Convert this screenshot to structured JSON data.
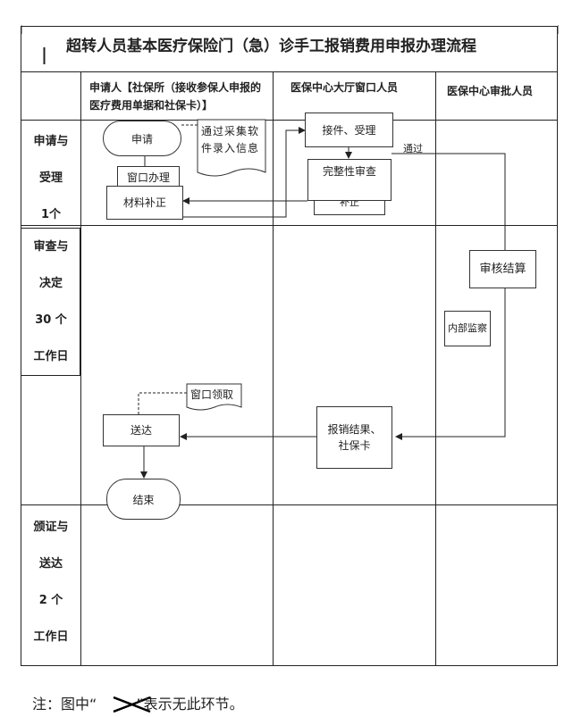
{
  "title": "超转人员基本医疗保险门（急）诊手工报销费用申报办理流程",
  "lanes": {
    "applicant": "申请人【社保所（接收参保人申报的医疗费用单据和社保卡）】",
    "window": "医保中心大厅窗口人员",
    "approver": "医保中心审批人员"
  },
  "stages": {
    "accept": [
      "申请与",
      "受理",
      "1个"
    ],
    "review": [
      "审查与",
      "决定",
      "30 个",
      "工作日"
    ],
    "issue": [
      "颁证与",
      "送达",
      "2 个",
      "工作日"
    ]
  },
  "nodes": {
    "apply": "申请",
    "collect_note": "通过采集软件录入信息",
    "receive": "接件、受理",
    "completeness": "完整性审查",
    "window_handle": "窗口办理",
    "supplement": "材料补正",
    "supplement_hidden": "补正",
    "pass_label": "通过",
    "audit": "审核结算",
    "internal": "内部监察",
    "window_pickup": "窗口领取",
    "result": "报销结果、社保卡",
    "deliver": "送达",
    "end": "结束"
  },
  "footnote": {
    "prefix": "注：图中“",
    "suffix": "”表示无此环节。"
  }
}
